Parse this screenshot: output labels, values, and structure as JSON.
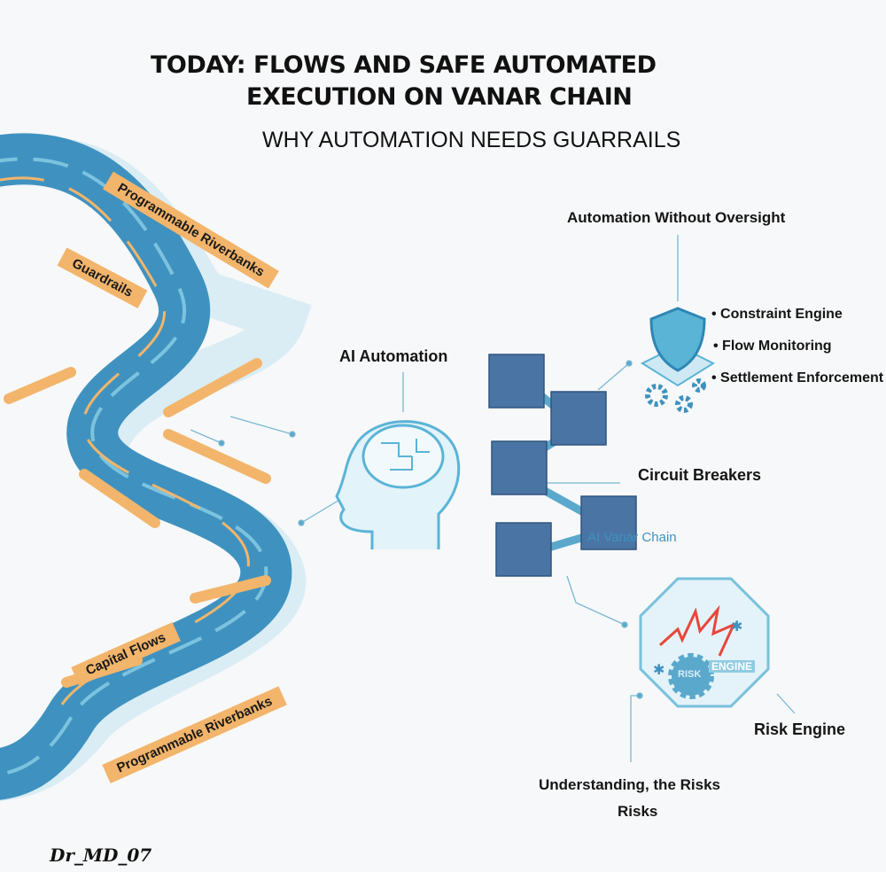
{
  "header": {
    "title_line1": "TODAY: FLOWS AND SAFE AUTOMATED",
    "title_line2": "EXECUTION ON VANAR CHAIN",
    "subtitle": "WHY AUTOMATION NEEDS GUARRAILS"
  },
  "river": {
    "labels": [
      "Programmable Riverbanks",
      "Guardrails",
      "Capital Flows",
      "Programmable Riverbanks"
    ]
  },
  "center": {
    "ai_automation": "AI Automation",
    "chain_label": "AI Vanar Chain",
    "circuit_breakers": "Circuit Breakers"
  },
  "right": {
    "oversight": "Automation Without Oversight",
    "bullets": [
      "Constraint Engine",
      "Flow Monitoring",
      "Settlement Enforcement"
    ],
    "risk_badge": [
      "RISK",
      "ENGINE"
    ],
    "risk_engine": "Risk Engine",
    "understanding_line1": "Understanding, the Risks",
    "understanding_line2": "Risks"
  },
  "signature": "Dr_MD_07",
  "colors": {
    "river": "#3f92c0",
    "river_light": "#7cc3df",
    "bank": "#f2b56b",
    "cube": "#4a74a3",
    "alert": "#e8463c"
  }
}
